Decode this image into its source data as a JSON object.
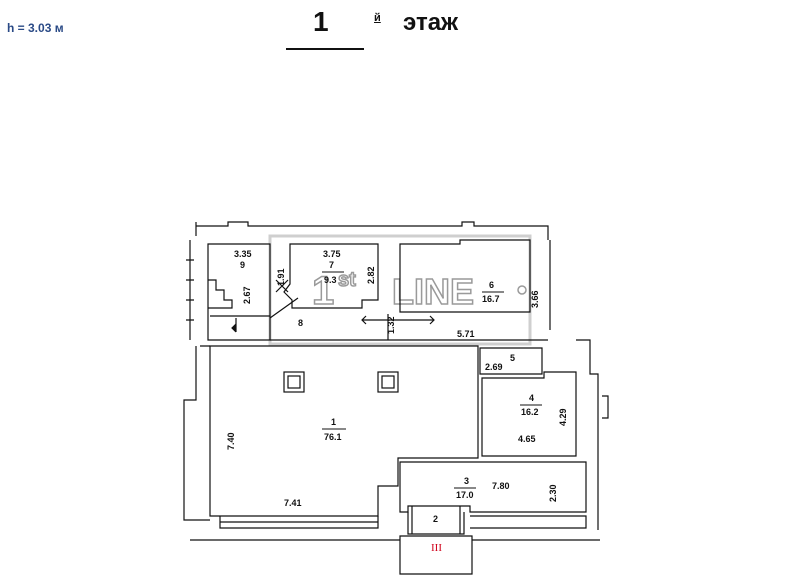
{
  "header": {
    "height_note": "h = 3.03 м",
    "floor_number": "1",
    "floor_superscript": "й",
    "floor_word": "этаж"
  },
  "watermark": {
    "text_prefix": "1",
    "text_sup": "st",
    "text_suffix": "LINE"
  },
  "rooms": {
    "r1": {
      "number": "1",
      "area": "76.1"
    },
    "r2": {
      "number": "2"
    },
    "r3": {
      "number": "3",
      "area": "17.0"
    },
    "r4": {
      "number": "4",
      "area": "16.2"
    },
    "r5": {
      "number": "5"
    },
    "r6": {
      "number": "6",
      "area": "16.7"
    },
    "r7": {
      "number": "7",
      "area": "9.3"
    },
    "r8": {
      "number": "8"
    },
    "r9": {
      "number": "9"
    }
  },
  "dimensions": {
    "d_335": "3.35",
    "d_375": "3.75",
    "d_191": "1.91",
    "d_282": "2.82",
    "d_267": "2.67",
    "d_132": "1.32",
    "d_571": "5.71",
    "d_366": "3.66",
    "d_269": "2.69",
    "d_429": "4.29",
    "d_465": "4.65",
    "d_740": "7.40",
    "d_741": "7.41",
    "d_780": "7.80",
    "d_230": "2.30"
  },
  "entrance_mark": "III",
  "colors": {
    "wall": "#111111",
    "entrance_mark": "#d0021b",
    "height_note": "#2a4a86",
    "watermark_outline": "#9a9a9a"
  }
}
